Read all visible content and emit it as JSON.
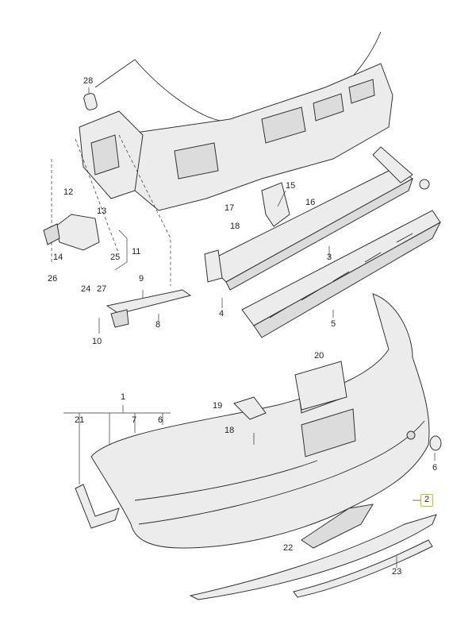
{
  "callouts": {
    "c1": "1",
    "c2": "2",
    "c3": "3",
    "c4": "4",
    "c5": "5",
    "c6": "6",
    "c6b": "6",
    "c7": "7",
    "c8": "8",
    "c9": "9",
    "c10": "10",
    "c11": "11",
    "c12": "12",
    "c13": "13",
    "c14": "14",
    "c15": "15",
    "c16": "16",
    "c17": "17",
    "c18": "18",
    "c18b": "18",
    "c19": "19",
    "c20": "20",
    "c21": "21",
    "c22": "22",
    "c23": "23",
    "c24": "24",
    "c25": "25",
    "c26": "26",
    "c27": "27",
    "c28": "28"
  },
  "highlight": {
    "selected_callout": "2",
    "color": "#d8b800"
  }
}
